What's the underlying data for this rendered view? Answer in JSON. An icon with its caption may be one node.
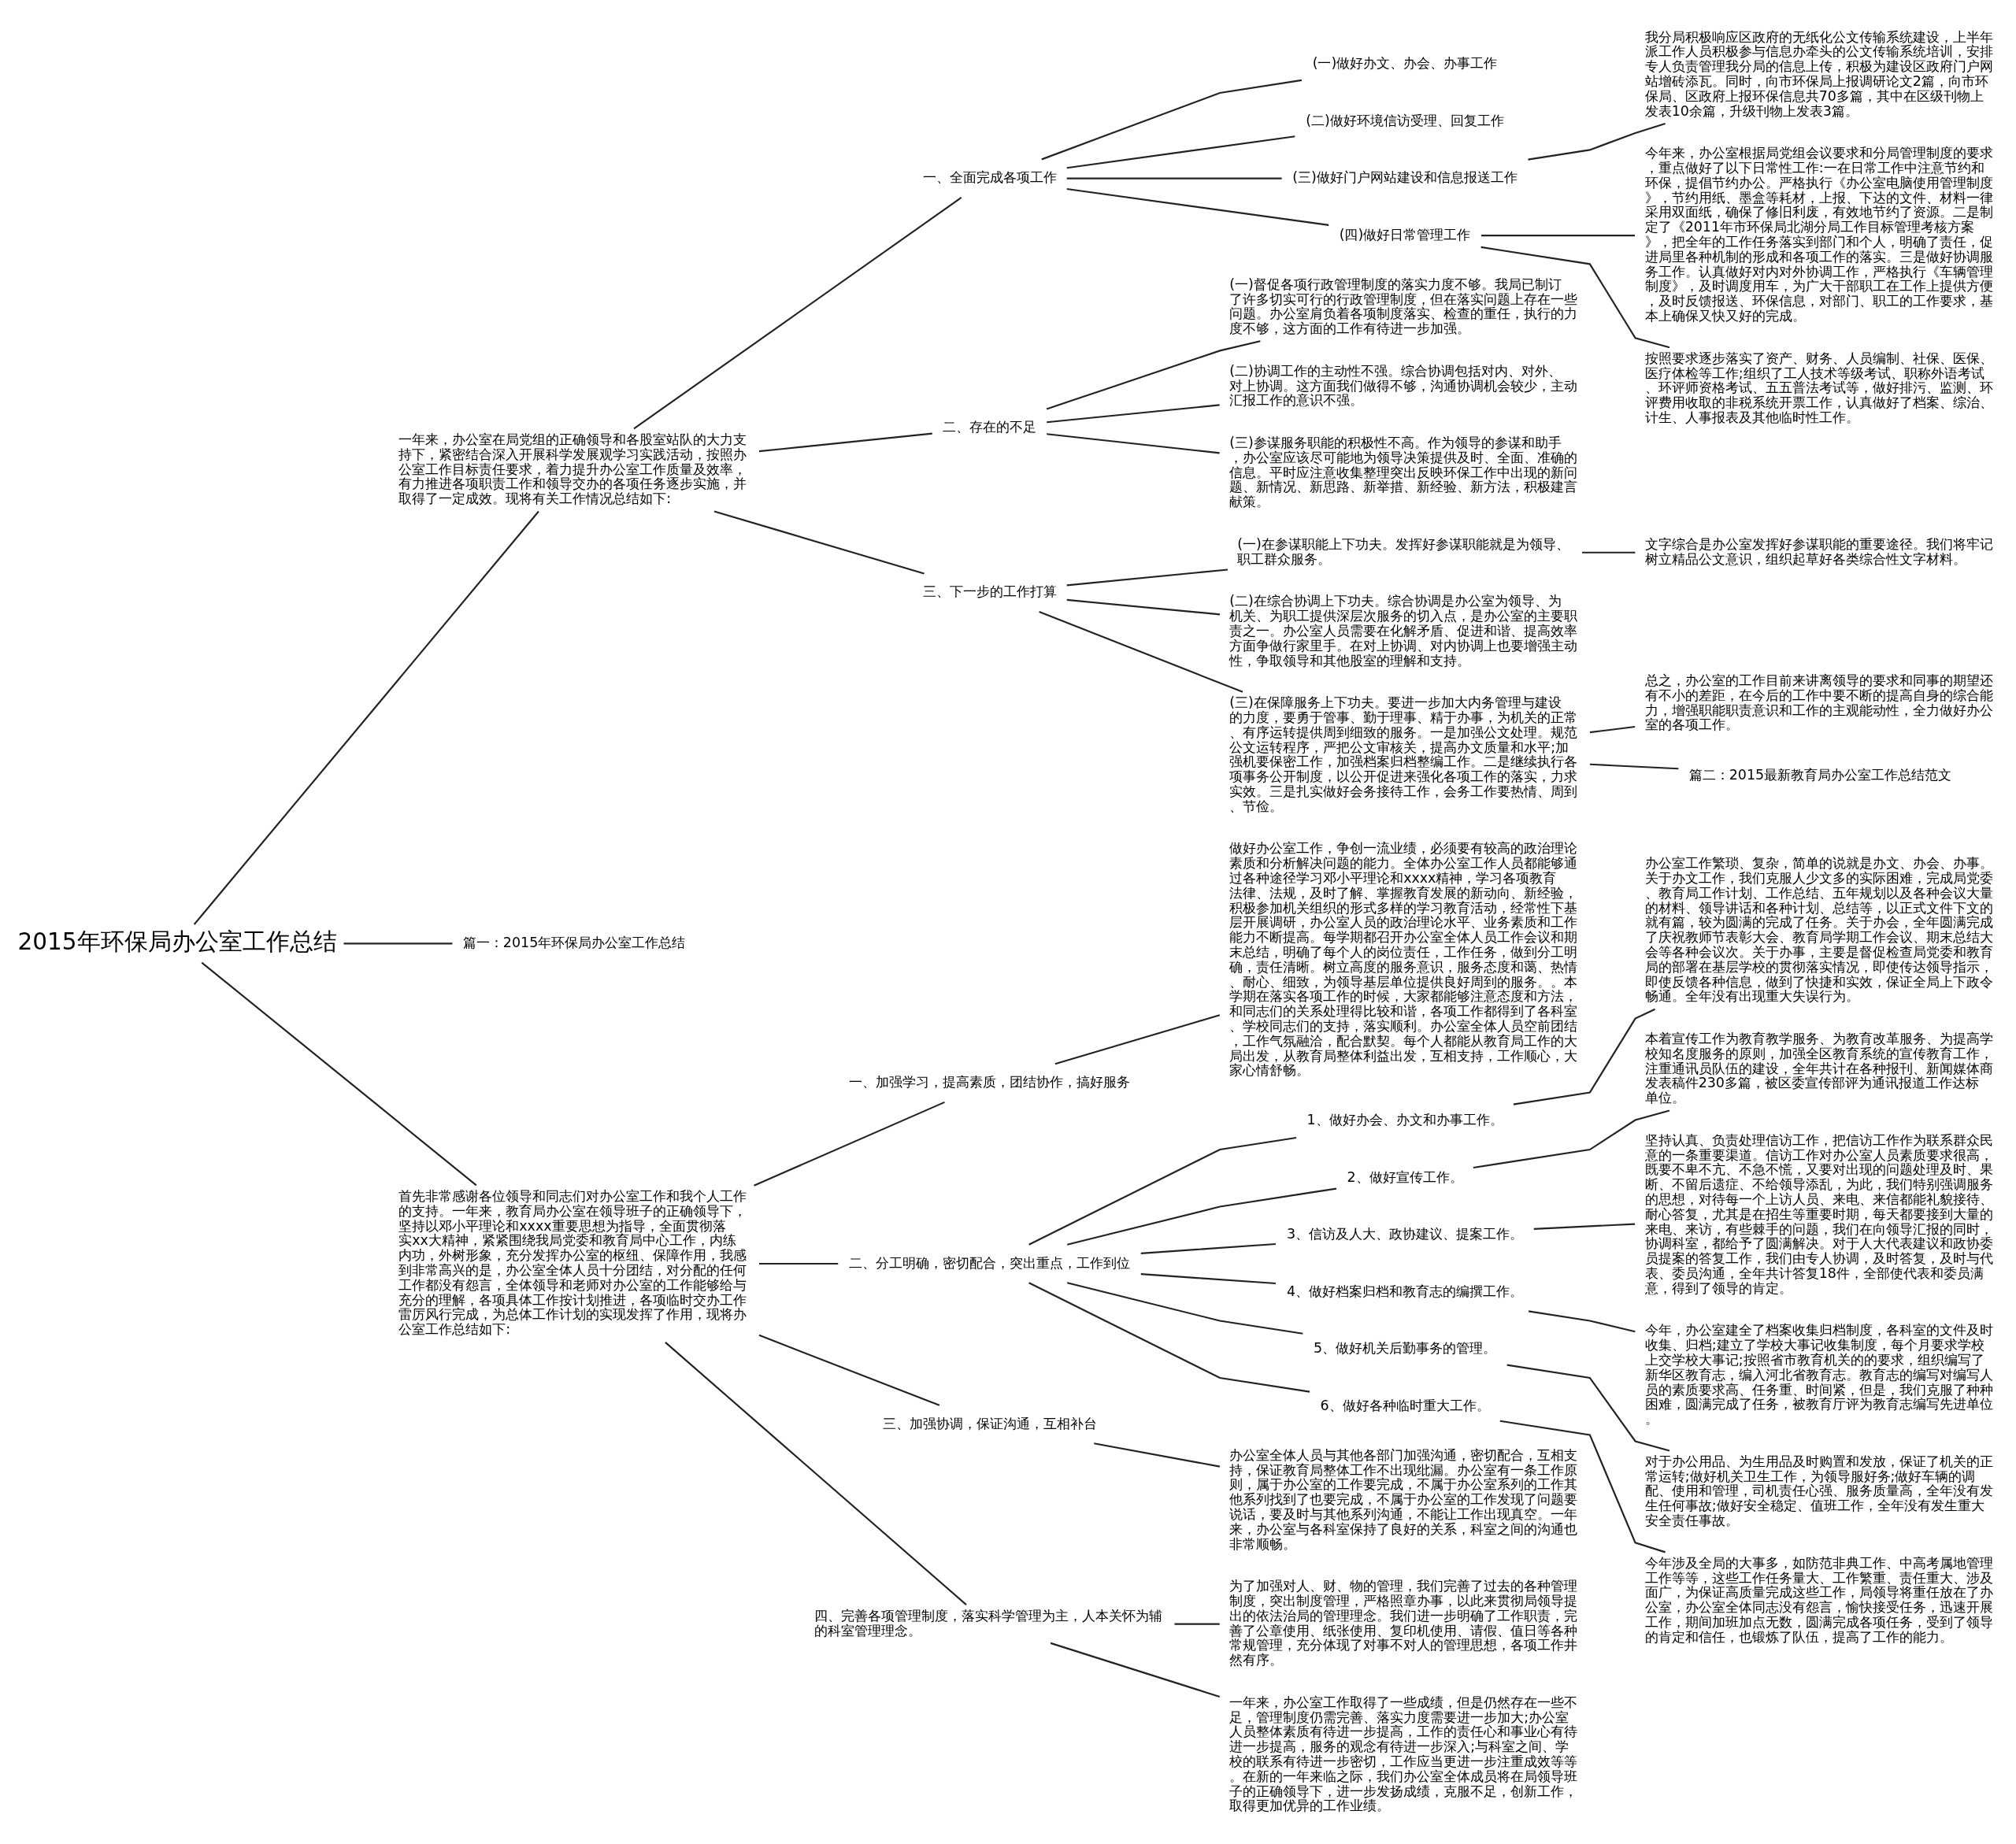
{
  "diagram": {
    "nodes": [
      {
        "text": [
          "2015年环保局办公室工作总结"
        ]
      },
      {
        "text": [
          "一年来，办公室在局党组的正确领导和各股室站队的大力支持下，紧密结合深入开展科学发展观学习实践活动，按照办公室工作目标责任要求，着力提升办公室工作质量及效率，有力推进各项职责工作和领导交办的各项任务逐步实施，并取得了一定成效。现将有关工作情况总结如下:"
        ]
      },
      {
        "text": [
          "一、全面完成各项工作"
        ]
      },
      {
        "text": [
          "(一)做好办文、办会、办事工作"
        ]
      },
      {
        "text": [
          "(二)做好环境信访受理、回复工作"
        ]
      },
      {
        "text": [
          "(三)做好门户网站建设和信息报送工作"
        ]
      },
      {
        "text": [
          "我分局积极响应区政府的无纸化公文传输系统建设，上半年派工作人员积极参与信息办牵头的公文传输系统培训，安排专人负责管理我分局的信息上传，积极为建设区政府门户网站增砖添瓦。同时，向市环保局上报调研论文2篇，向市环保局、区政府上报环保信息共70多篇，其中在区级刊物上发表10余篇，升级刊物上发表3篇。"
        ]
      },
      {
        "text": [
          "(四)做好日常管理工作"
        ]
      },
      {
        "text": [
          "今年来，办公室根据局党组会议要求和分局管理制度的要求，重点做好了以下日常性工作:一在日常工作中注意节约和环保，提倡节约办公。严格执行《办公室电脑使用管理制度》，节约用纸、墨盒等耗材，上报、下达的文件、材料一律采用双面纸，确保了修旧利废，有效地节约了资源。二是制定了《2011年市环保局北湖分局工作目标管理考核方案》，把全年的工作任务落实到部门和个人，明确了责任，促进局里各种机制的形成和各项工作的落实。三是做好协调服务工作。认真做好对内对外协调工作，严格执行《车辆管理制度》，及时调度用车，为广大干部职工在工作上提供方便，及时反馈报送、环保信息，对部门、职工的工作要求，基本上确保又快又好的完成。"
        ]
      },
      {
        "text": [
          "按照要求逐步落实了资产、财务、人员编制、社保、医保、医疗体检等工作;组织了工人技术等级考试、职称外语考试、环评师资格考试、五五普法考试等，做好排污、监测、环评费用收取的非税系统开票工作，认真做好了档案、综治、计生、人事报表及其他临时性工作。"
        ]
      },
      {
        "text": [
          "二、存在的不足"
        ]
      },
      {
        "text": [
          "(一)督促各项行政管理制度的落实力度不够。我局已制订了许多切实可行的行政管理制度，但在落实问题上存在一些问题。办公室肩负着各项制度落实、检查的重任，执行的力度不够，这方面的工作有待进一步加强。"
        ]
      },
      {
        "text": [
          "(二)协调工作的主动性不强。综合协调包括对内、对外、对上协调。这方面我们做得不够，沟通协调机会较少，主动汇报工作的意识不强。"
        ]
      },
      {
        "text": [
          "(三)参谋服务职能的积极性不高。作为领导的参谋和助手，办公室应该尽可能地为领导决策提供及时、全面、准确的信息。平时应注意收集整理突出反映环保工作中出现的新问题、新情况、新思路、新举措、新经验、新方法，积极建言献策。"
        ]
      },
      {
        "text": [
          "三、下一步的工作打算"
        ]
      },
      {
        "text": [
          "(一)在参谋职能上下功夫。发挥好参谋职能就是为领导、职工群众服务。"
        ]
      },
      {
        "text": [
          "文字综合是办公室发挥好参谋职能的重要途径。我们将牢记树立精品公文意识，组织起草好各类综合性文字材料。"
        ]
      },
      {
        "text": [
          "(二)在综合协调上下功夫。综合协调是办公室为领导、为机关、为职工提供深层次服务的切入点，是办公室的主要职责之一。办公室人员需要在化解矛盾、促进和谐、提高效率方面争做行家里手。在对上协调、对内协调上也要增强主动性，争取领导和其他股室的理解和支持。"
        ]
      },
      {
        "text": [
          "(三)在保障服务上下功夫。要进一步加大内务管理与建设的力度，要勇于管事、勤于理事、精于办事，为机关的正常、有序运转提供周到细致的服务。一是加强公文处理。规范公文运转程序，严把公文审核关，提高办文质量和水平;加强机要保密工作，加强档案归档整编工作。二是继续执行各项事务公开制度，以公开促进来强化各项工作的落实，力求实效。三是扎实做好会务接待工作，会务工作要热情、周到、节俭。"
        ]
      },
      {
        "text": [
          "总之，办公室的工作目前来讲离领导的要求和同事的期望还有不小的差距，在今后的工作中要不断的提高自身的综合能力，增强职能职责意识和工作的主观能动性，全力做好办公室的各项工作。"
        ]
      },
      {
        "text": [
          "篇二：2015最新教育局办公室工作总结范文"
        ]
      },
      {
        "text": [
          "篇一：2015年环保局办公室工作总结"
        ]
      },
      {
        "text": [
          "首先非常感谢各位领导和同志们对办公室工作和我个人工作的支持。一年来，教育局办公室在领导班子的正确领导下，坚持以邓小平理论和xxxx重要思想为指导，全面贯彻落实xx大精神，紧紧围绕我局党委和教育局中心工作，内练内功，外树形象，充分发挥办公室的枢纽、保障作用，我感到非常高兴的是，办公室全体人员十分团结，对分配的任何工作都没有怨言，全体领导和老师对办公室的工作能够给与充分的理解，各项具体工作按计划推进，各项临时交办工作雷厉风行完成，为总体工作计划的实现发挥了作用，现将办公室工作总结如下:"
        ]
      },
      {
        "text": [
          "一、加强学习，提高素质，团结协作，搞好服务"
        ]
      },
      {
        "text": [
          "做好办公室工作，争创一流业绩，必须要有较高的政治理论素质和分析解决问题的能力。全体办公室工作人员都能够通过各种途径学习邓小平理论和xxxx精神，学习各项教育法律、法规，及时了解、掌握教育发展的新动向、新经验，积极参加机关组织的形式多样的学习教育活动，经常性下基层开展调研，办公室人员的政治理论水平、业务素质和工作能力不断提高。每学期都召开办公室全体人员工作会议和期末总结，明确了每个人的岗位责任，工作任务，做到分工明确，责任清晰。树立高度的服务意识，服务态度和蔼、热情、耐心、细致，为领导基层单位提供良好周到的服务。。本学期在落实各项工作的时候，大家都能够注意态度和方法，和同志们的关系处理得比较和谐，各项工作都得到了各科室、学校同志们的支持，落实顺利。办公室全体人员空前团结，工作气氛融洽，配合默契。每个人都能从教育局工作的大局出发，从教育局整体利益出发，互相支持，工作顺心，大家心情舒畅。"
        ]
      },
      {
        "text": [
          "二、分工明确，密切配合，突出重点，工作到位"
        ]
      },
      {
        "text": [
          "1、做好办会、办文和办事工作。"
        ]
      },
      {
        "text": [
          "办公室工作繁琐、复杂，简单的说就是办文、办会、办事。关于办文工作，我们克服人少文多的实际困难，完成局党委、教育局工作计划、工作总结、五年规划以及各种会议大量的材料、领导讲话和各种计划、总结等，以正式文件下文的就有篇，较为圆满的完成了任务。关于办会，全年圆满完成了庆祝教师节表彰大会、教育局学期工作会议、期末总结大会等各种会议次。关于办事，主要是督促检查局党委和教育局的部署在基层学校的贯彻落实情况，即使传达领导指示，即使反馈各种信息，做到了快捷和实效，保证全局上下政令畅通。全年没有出现重大失误行为。"
        ]
      },
      {
        "text": [
          "2、做好宣传工作。"
        ]
      },
      {
        "text": [
          "本着宣传工作为教育教学服务、为教育改革服务、为提高学校知名度服务的原则，加强全区教育系统的宣传教育工作，注重通讯员队伍的建设，全年共计在各种报刊、新闻媒体商发表稿件230多篇，被区委宣传部评为通讯报道工作达标单位。"
        ]
      },
      {
        "text": [
          "3、信访及人大、政协建议、提案工作。"
        ]
      },
      {
        "text": [
          "坚持认真、负责处理信访工作，把信访工作作为联系群众民意的一条重要渠道。信访工作对办公室人员素质要求很高，既要不卑不亢、不急不慌，又要对出现的问题处理及时、果断、不留后遗症、不给领导添乱，为此，我们特别强调服务的思想，对待每一个上访人员、来电、来信都能礼貌接待、耐心答复，尤其是在招生等重要时期，每天都要接到大量的来电、来访，有些棘手的问题，我们在向领导汇报的同时，协调科室，都给予了圆满解决。对于人大代表建议和政协委员提案的答复工作，我们由专人协调，及时答复，及时与代表、委员沟通，全年共计答复18件，全部使代表和委员满意，得到了领导的肯定。"
        ]
      },
      {
        "text": [
          "4、做好档案归档和教育志的编撰工作。"
        ]
      },
      {
        "text": [
          "今年，办公室建全了档案收集归档制度，各科室的文件及时收集、归档;建立了学校大事记收集制度，每个月要求学校上交学校大事记;按照省市教育机关的的要求，组织编写了新华区教育志，编入河北省教育志。教育志的编写对编写人员的素质要求高、任务重、时间紧，但是，我们克服了种种困难，圆满完成了任务，被教育厅评为教育志编写先进单位。"
        ]
      },
      {
        "text": [
          "5、做好机关后勤事务的管理。"
        ]
      },
      {
        "text": [
          "对于办公用品、为生用品及时购置和发放，保证了机关的正常运转;做好机关卫生工作，为领导服好务;做好车辆的调配、使用和管理，司机责任心强、服务质量高，全年没有发生任何事故;做好安全稳定、值班工作，全年没有发生重大安全责任事故。"
        ]
      },
      {
        "text": [
          "6、做好各种临时重大工作。"
        ]
      },
      {
        "text": [
          "今年涉及全局的大事多，如防范非典工作、中高考属地管理工作等等，这些工作任务量大、工作繁重、责任重大、涉及面广，为保证高质量完成这些工作，局领导将重任放在了办公室，办公室全体同志没有怨言，愉快接受任务，迅速开展工作，期间加班加点无数，圆满完成各项任务，受到了领导的肯定和信任，也锻炼了队伍，提高了工作的能力。"
        ]
      },
      {
        "text": [
          "三、加强协调，保证沟通，互相补台"
        ]
      },
      {
        "text": [
          "办公室全体人员与其他各部门加强沟通，密切配合，互相支持，保证教育局整体工作不出现纰漏。办公室有一条工作原则，属于办公室的工作要完成，不属于办公室系列的工作其他系列找到了也要完成，不属于办公室的工作发现了问题要说话，要及时与其他系列沟通，不能让工作出现真空。一年来，办公室与各科室保持了良好的关系，科室之间的沟通也非常顺畅。"
        ]
      },
      {
        "text": [
          "四、完善各项管理制度，落实科学管理为主，人本关怀为辅的科室管理理念。"
        ]
      },
      {
        "text": [
          "为了加强对人、财、物的管理，我们完善了过去的各种管理制度，突出制度管理，严格照章办事，以此来贯彻局领导提出的依法治局的管理理念。我们进一步明确了工作职责，完善了公章使用、纸张使用、复印机使用、请假、值日等各种常规管理，充分体现了对事不对人的管理思想，各项工作井然有序。"
        ]
      },
      {
        "text": [
          "一年来，办公室工作取得了一些成绩，但是仍然存在一些不足，管理制度仍需完善、落实力度需要进一步加大;办公室人员整体素质有待进一步提高，工作的责任心和事业心有待进一步提高，服务的观念有待进一步深入;与科室之间、学校的联系有待进一步密切，工作应当更进一步注重成效等等。在新的一年来临之际，我们办公室全体成员将在局领导班子的正确领导下，进一步发扬成绩，克服不足，创新工作，取得更加优异的工作业绩。"
        ]
      }
    ],
    "edges": [
      {
        "from": 0,
        "to": 1,
        "arrow": "none"
      },
      {
        "from": 1,
        "to": 2,
        "arrow": "none"
      },
      {
        "from": 2,
        "to": 3,
        "arrow": "none"
      },
      {
        "from": 2,
        "to": 4,
        "arrow": "none"
      },
      {
        "from": 2,
        "to": 5,
        "arrow": "none"
      },
      {
        "from": 5,
        "to": 6,
        "arrow": "none"
      },
      {
        "from": 2,
        "to": 7,
        "arrow": "none"
      },
      {
        "from": 7,
        "to": 8,
        "arrow": "none"
      },
      {
        "from": 7,
        "to": 9,
        "arrow": "none"
      },
      {
        "from": 1,
        "to": 10,
        "arrow": "none"
      },
      {
        "from": 10,
        "to": 11,
        "arrow": "none"
      },
      {
        "from": 10,
        "to": 12,
        "arrow": "none"
      },
      {
        "from": 10,
        "to": 13,
        "arrow": "none"
      },
      {
        "from": 1,
        "to": 14,
        "arrow": "none"
      },
      {
        "from": 14,
        "to": 15,
        "arrow": "none"
      },
      {
        "from": 15,
        "to": 16,
        "arrow": "none"
      },
      {
        "from": 14,
        "to": 17,
        "arrow": "none"
      },
      {
        "from": 14,
        "to": 18,
        "arrow": "none"
      },
      {
        "from": 18,
        "to": 19,
        "arrow": "none"
      },
      {
        "from": 18,
        "to": 20,
        "arrow": "none"
      },
      {
        "from": 0,
        "to": 21,
        "arrow": "none"
      },
      {
        "from": 0,
        "to": 22,
        "arrow": "none"
      },
      {
        "from": 22,
        "to": 23,
        "arrow": "none"
      },
      {
        "from": 23,
        "to": 24,
        "arrow": "none"
      },
      {
        "from": 22,
        "to": 25,
        "arrow": "none"
      },
      {
        "from": 25,
        "to": 26,
        "arrow": "none"
      },
      {
        "from": 26,
        "to": 27,
        "arrow": "none"
      },
      {
        "from": 25,
        "to": 28,
        "arrow": "none"
      },
      {
        "from": 28,
        "to": 29,
        "arrow": "none"
      },
      {
        "from": 25,
        "to": 30,
        "arrow": "none"
      },
      {
        "from": 30,
        "to": 31,
        "arrow": "none"
      },
      {
        "from": 25,
        "to": 32,
        "arrow": "none"
      },
      {
        "from": 32,
        "to": 33,
        "arrow": "none"
      },
      {
        "from": 25,
        "to": 34,
        "arrow": "none"
      },
      {
        "from": 34,
        "to": 35,
        "arrow": "none"
      },
      {
        "from": 25,
        "to": 36,
        "arrow": "none"
      },
      {
        "from": 36,
        "to": 37,
        "arrow": "none"
      },
      {
        "from": 22,
        "to": 38,
        "arrow": "none"
      },
      {
        "from": 38,
        "to": 39,
        "arrow": "none"
      },
      {
        "from": 22,
        "to": 40,
        "arrow": "none"
      },
      {
        "from": 40,
        "to": 41,
        "arrow": "none"
      },
      {
        "from": 40,
        "to": 42,
        "arrow": "none"
      }
    ]
  }
}
